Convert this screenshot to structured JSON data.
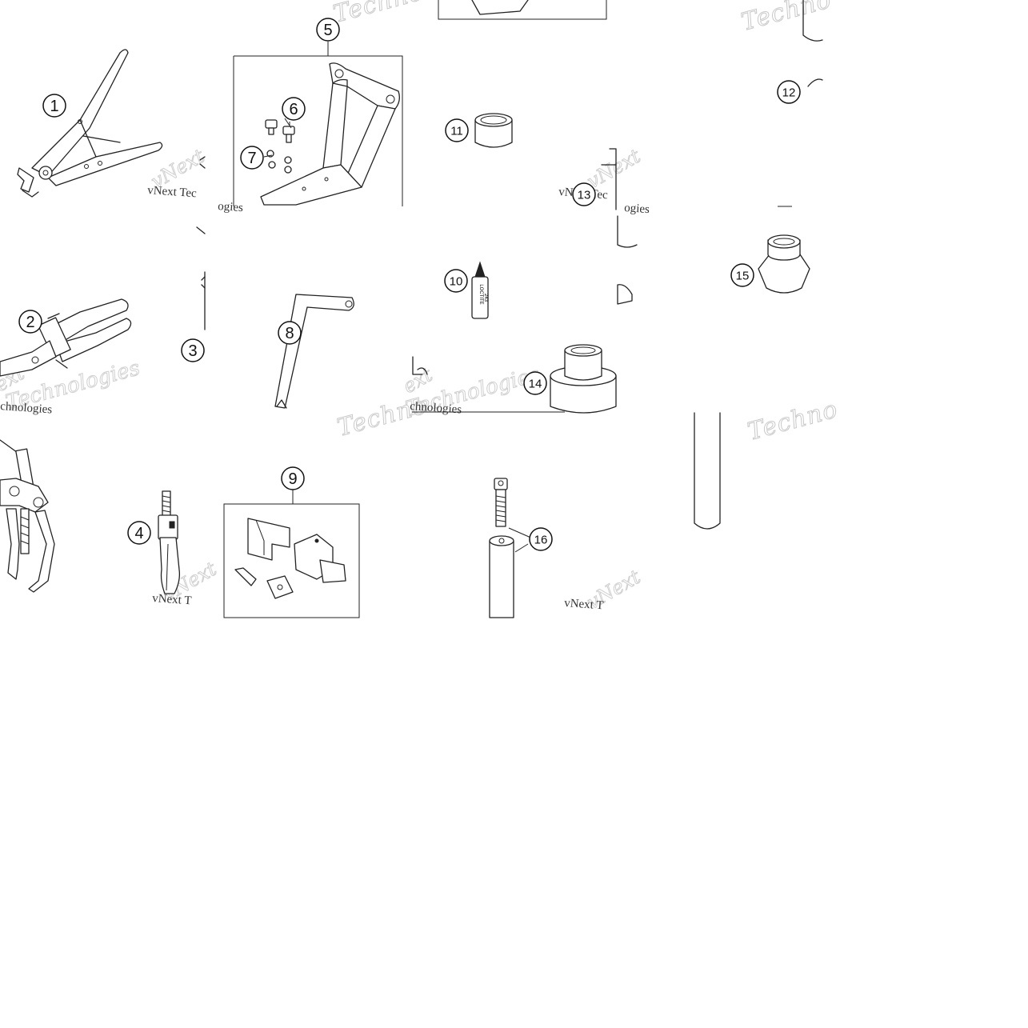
{
  "diagram": {
    "callouts": [
      {
        "id": "1",
        "label": "1"
      },
      {
        "id": "2",
        "label": "2"
      },
      {
        "id": "3",
        "label": "3"
      },
      {
        "id": "4",
        "label": "4"
      },
      {
        "id": "5",
        "label": "5"
      },
      {
        "id": "6",
        "label": "6"
      },
      {
        "id": "7",
        "label": "7"
      },
      {
        "id": "8",
        "label": "8"
      },
      {
        "id": "9",
        "label": "9"
      },
      {
        "id": "10",
        "label": "10"
      },
      {
        "id": "11",
        "label": "11"
      },
      {
        "id": "12",
        "label": "12"
      },
      {
        "id": "13",
        "label": "13"
      },
      {
        "id": "14",
        "label": "14"
      },
      {
        "id": "15",
        "label": "15"
      },
      {
        "id": "16",
        "label": "16"
      }
    ],
    "product_label": {
      "line1": "LOCTITE",
      "line2": "243"
    },
    "watermarks": {
      "technologies": "Technologies",
      "techno": "Techno",
      "vnext_tec": "vNext Tec",
      "vnext_t": "vNext T",
      "vnext": "vNext",
      "chnologies": "chnologies",
      "ogies": "ogies",
      "ext": "ext"
    }
  }
}
